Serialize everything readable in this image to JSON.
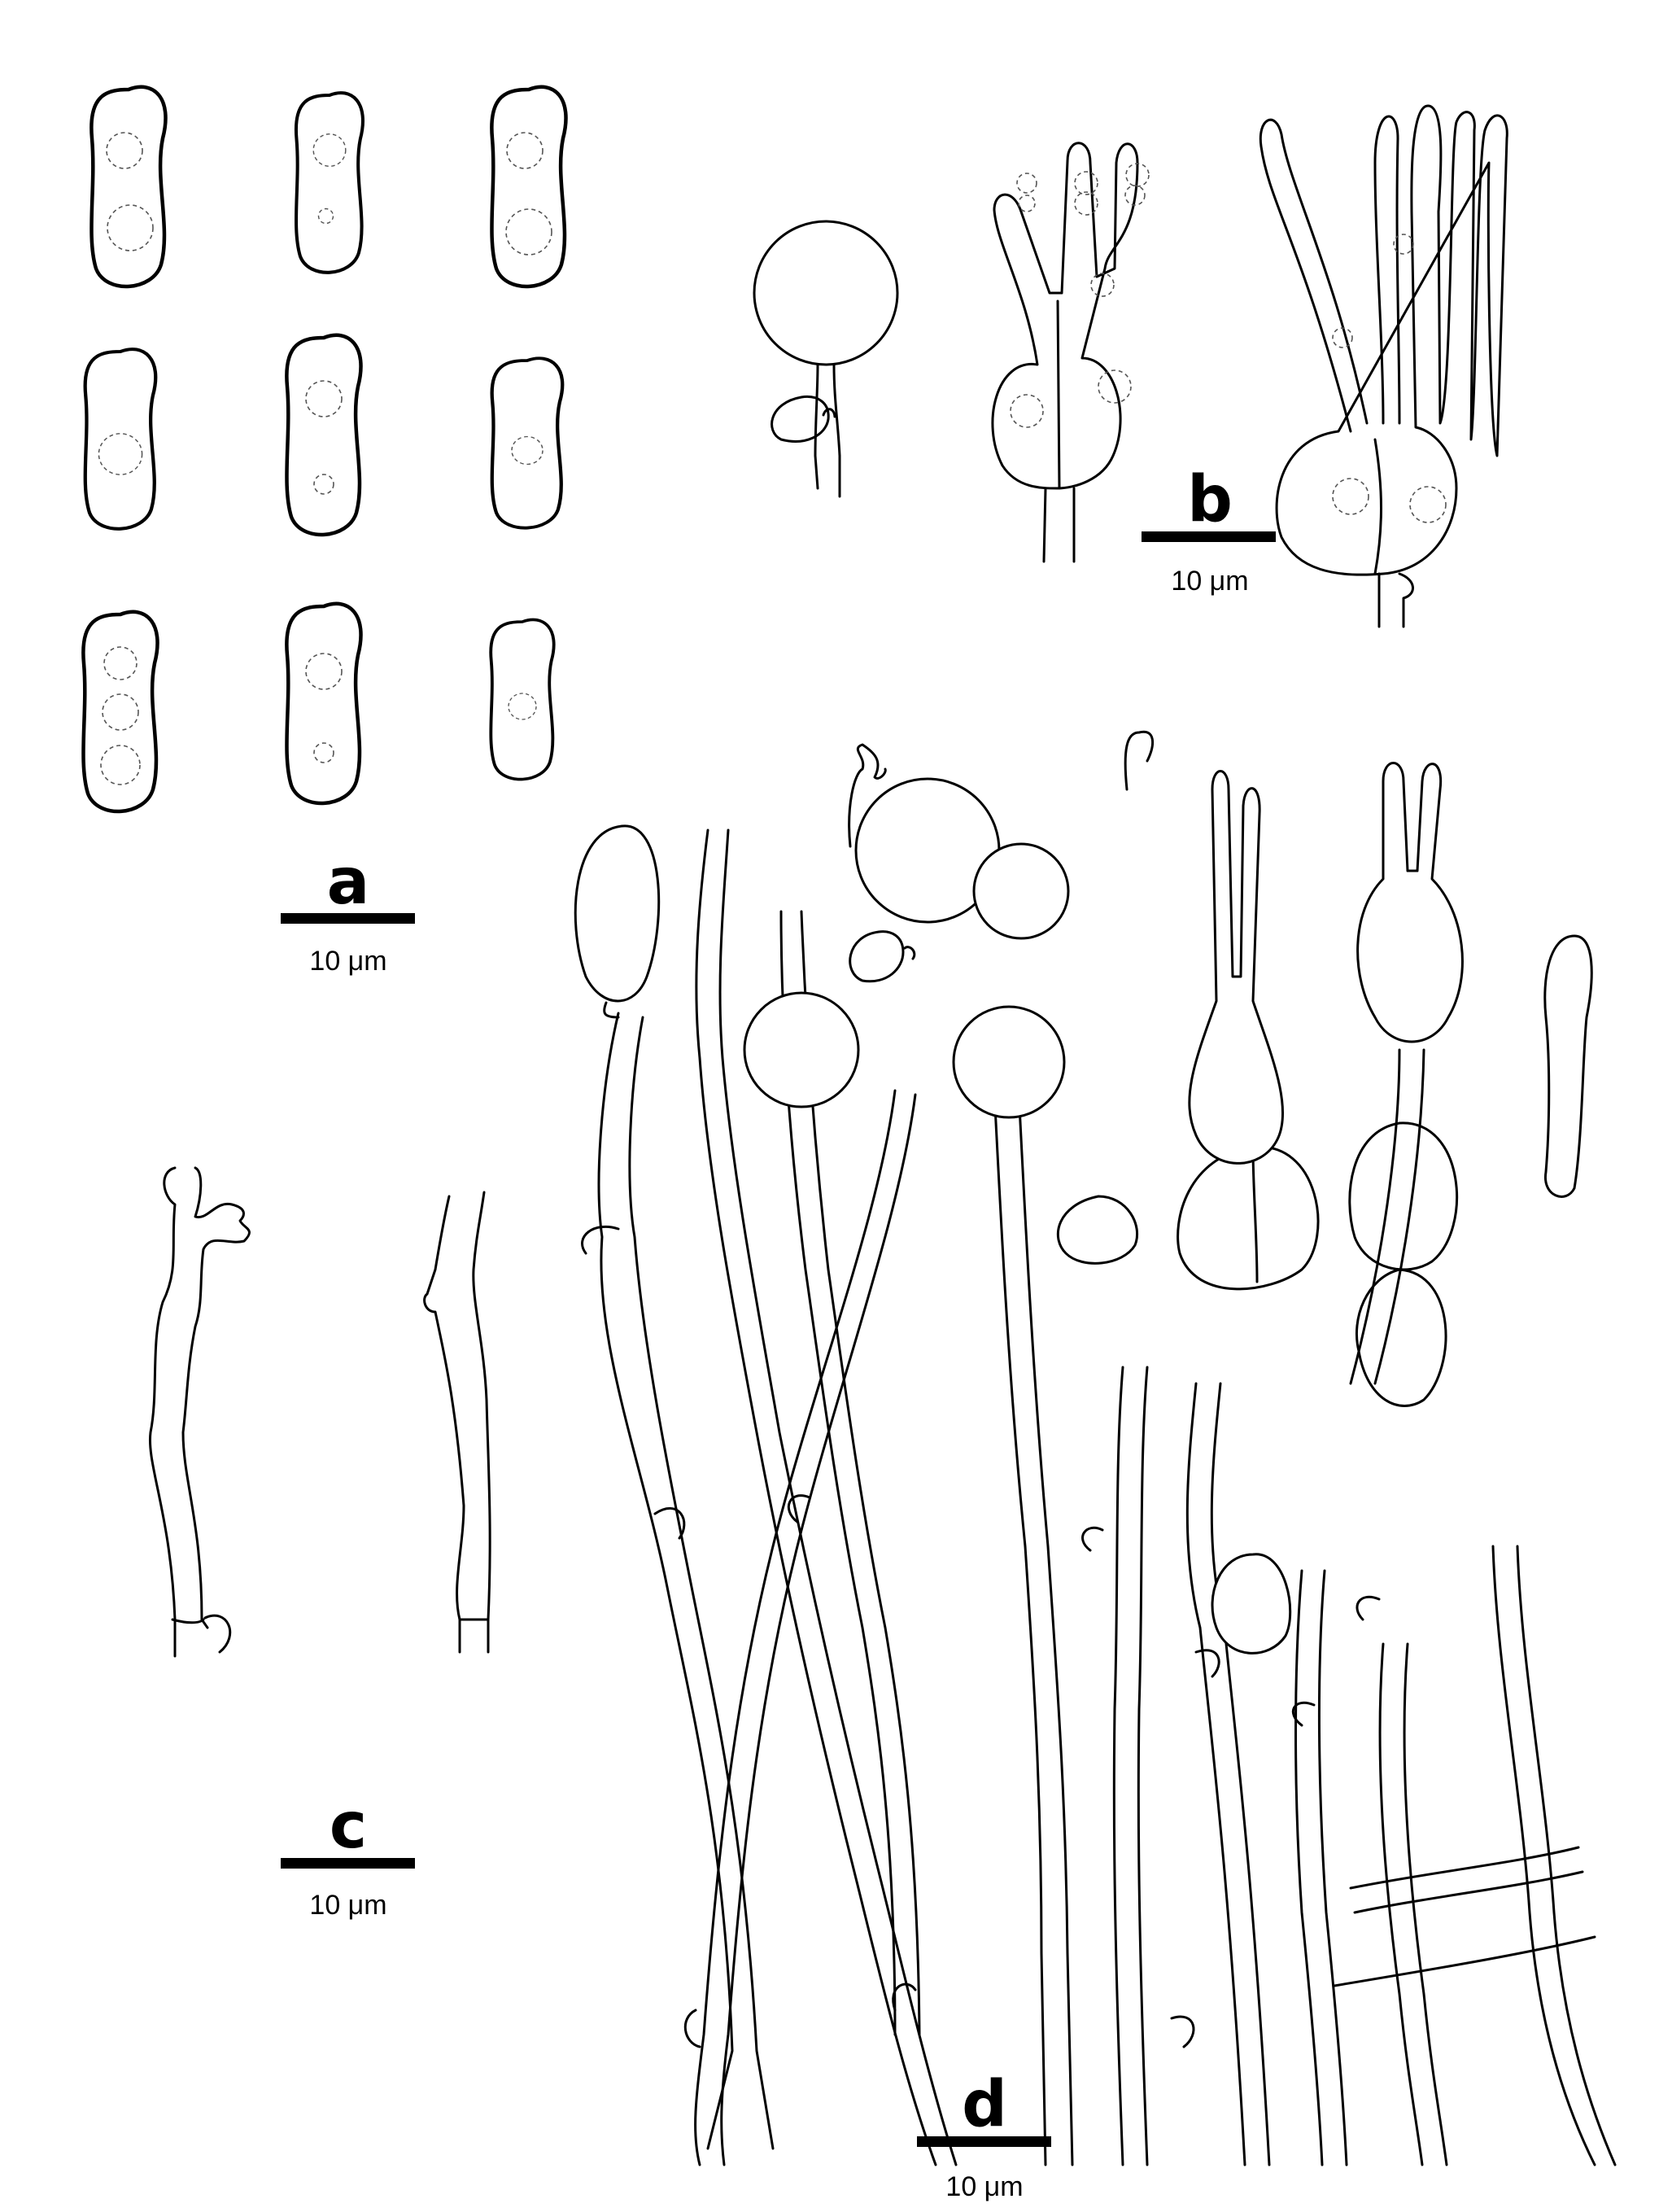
{
  "panels": [
    {
      "id": "a",
      "letter": "a",
      "scale_label": "10 μm"
    },
    {
      "id": "b",
      "letter": "b",
      "scale_label": "10 μm"
    },
    {
      "id": "c",
      "letter": "c",
      "scale_label": "10 μm"
    },
    {
      "id": "d",
      "letter": "d",
      "scale_label": "10 μm"
    }
  ]
}
